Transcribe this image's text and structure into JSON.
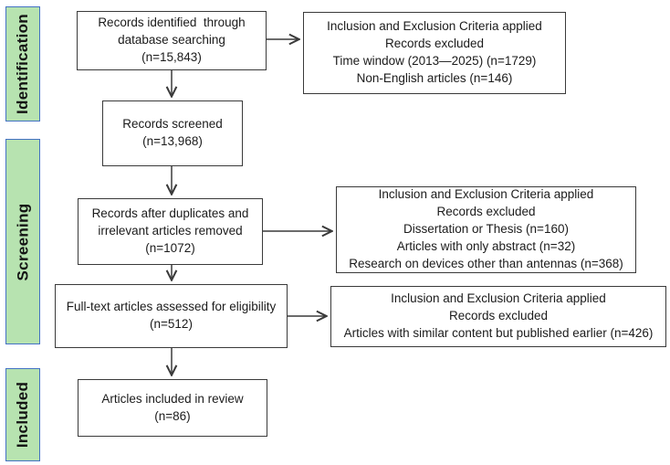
{
  "theme": {
    "stage_fill": "#b7e3b0",
    "stage_border": "#4472c4",
    "box_border": "#3a3a3a",
    "arrow_color": "#3a3a3a"
  },
  "diagram": {
    "type": "prisma-flow",
    "stages": [
      {
        "label": "Identification"
      },
      {
        "label": "Screening"
      },
      {
        "label": "Included"
      }
    ],
    "boxes": {
      "identified": "Records identified  through\ndatabase searching\n(n=15,843)",
      "excluded_1": "Inclusion and Exclusion Criteria applied\nRecords excluded\nTime window (2013—2025) (n=1729)\nNon-English articles (n=146)",
      "screened": "Records screened\n(n=13,968)",
      "after_duplicates": "Records after duplicates and\nirrelevant articles removed\n(n=1072)",
      "excluded_2": "Inclusion and Exclusion Criteria applied\nRecords excluded\nDissertation or Thesis (n=160)\nArticles with only abstract (n=32)\nResearch on devices other than antennas (n=368)",
      "fulltext": "Full-text articles assessed for eligibility\n(n=512)",
      "excluded_3": "Inclusion and Exclusion Criteria applied\nRecords excluded\nArticles with similar content but published earlier (n=426)",
      "included": "Articles included in review\n(n=86)"
    }
  }
}
